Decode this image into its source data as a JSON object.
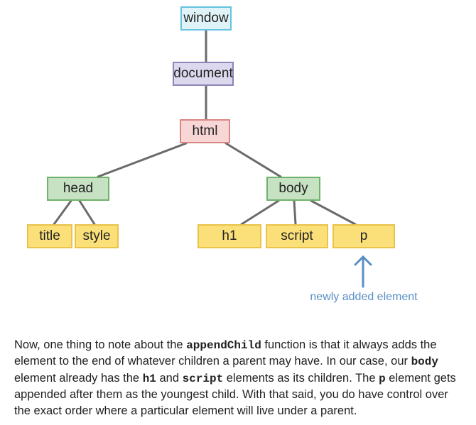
{
  "nodes": {
    "window": "window",
    "document": "document",
    "html": "html",
    "head": "head",
    "body": "body",
    "title": "title",
    "style": "style",
    "h1": "h1",
    "script": "script",
    "p": "p"
  },
  "annotation": "newly added element",
  "paragraph": {
    "t1": "Now, one thing to note about the ",
    "c1": "appendChild",
    "t2": " function is that it always adds the element to the end of whatever children a parent may have. In our case, our ",
    "c2": "body",
    "t3": " element already has the ",
    "c3": "h1",
    "t4": " and ",
    "c4": "script",
    "t5": " elements as its children. The ",
    "c5": "p",
    "t6": " element gets appended after them as the youngest child. With that said, you do have control over the exact order where a particular element will live under a parent."
  }
}
